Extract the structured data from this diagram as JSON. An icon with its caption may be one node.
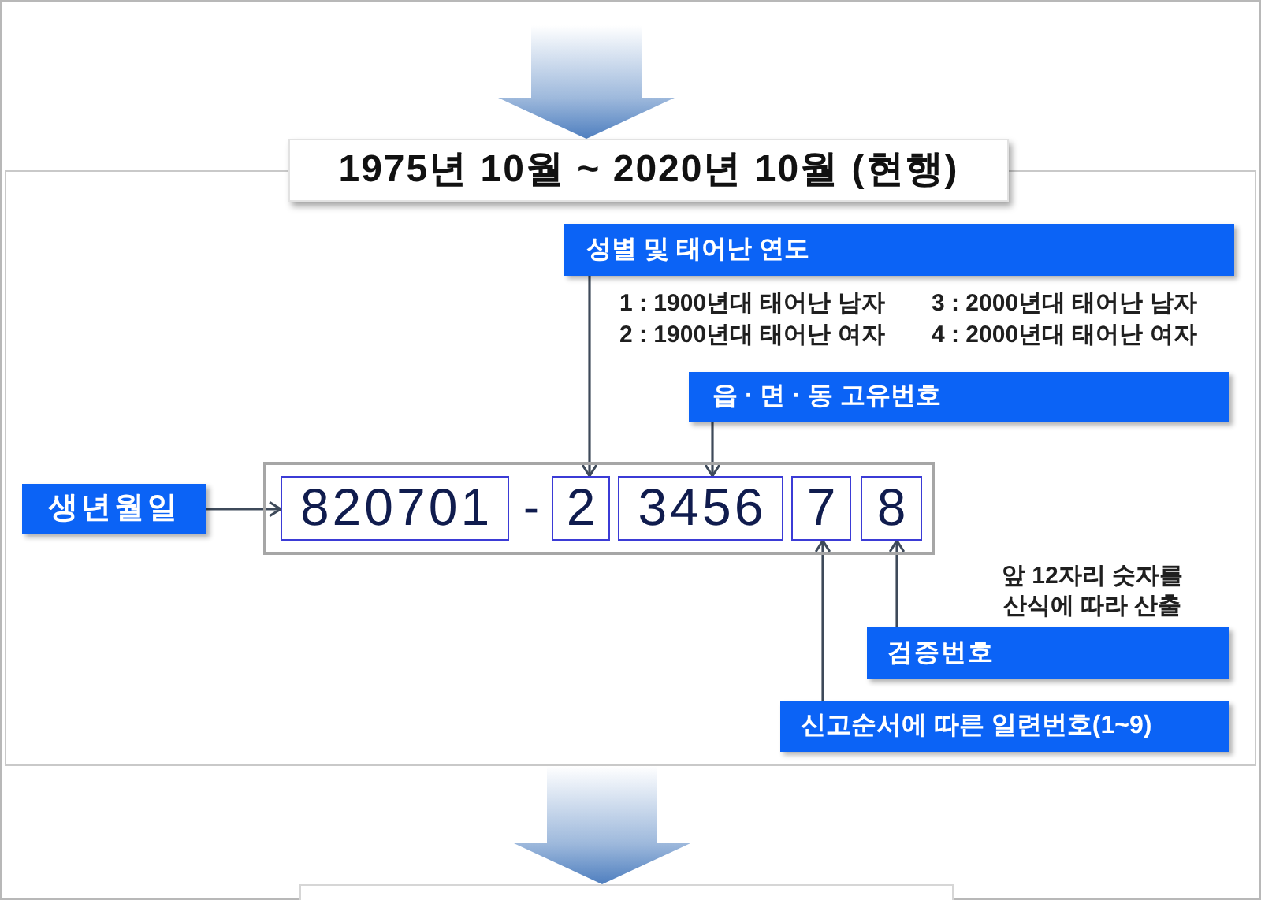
{
  "diagram": {
    "nodes": [
      {
        "text": [
          "1975년 10월 ~ 2020년 10월 (현행)"
        ]
      },
      {
        "text": [
          "성별 및 태어난 연도"
        ],
        "in": 0,
        "beside": [
          "1 : 1900년대 태어난 남자",
          "3 : 2000년대 태어난 남자",
          "2 : 1900년대 태어난 여자",
          "4 : 2000년대 태어난 여자"
        ]
      },
      {
        "text": [
          "읍 · 면 · 동 고유번호"
        ],
        "in": 0
      },
      {
        "text": [
          "생년월일"
        ],
        "in": 0
      },
      {
        "text": [],
        "shape": "box",
        "in": 0
      },
      {
        "text": [
          "820701"
        ],
        "in": 4
      },
      {
        "text": [
          "2"
        ],
        "in": 4
      },
      {
        "text": [
          "3456"
        ],
        "in": 4
      },
      {
        "text": [
          "7"
        ],
        "in": 4
      },
      {
        "text": [
          "8"
        ],
        "in": 4
      },
      {
        "text": [
          "검증번호"
        ],
        "in": 0,
        "beside": [
          "앞 12자리 숫자를 산식에 따라 산출"
        ]
      },
      {
        "text": [
          "신고순서에 따른 일련번호(1~9)"
        ],
        "in": 0
      },
      {
        "text": [],
        "shape": "box"
      }
    ],
    "edges": [
      {
        "from": null,
        "to": 0,
        "arrow": "to",
        "style": "thick",
        "color": "#4f7fbf"
      },
      {
        "from": 0,
        "to": 12,
        "arrow": "to",
        "style": "thick",
        "color": "#4f7fbf"
      },
      {
        "from": 3,
        "to": 5,
        "arrow": "to"
      },
      {
        "from": 1,
        "to": 6,
        "arrow": "to"
      },
      {
        "from": 2,
        "to": 7,
        "arrow": "to"
      },
      {
        "from": 11,
        "to": 8,
        "arrow": "to"
      },
      {
        "from": 10,
        "to": 9,
        "arrow": "to"
      }
    ],
    "labels": [
      "-"
    ]
  }
}
